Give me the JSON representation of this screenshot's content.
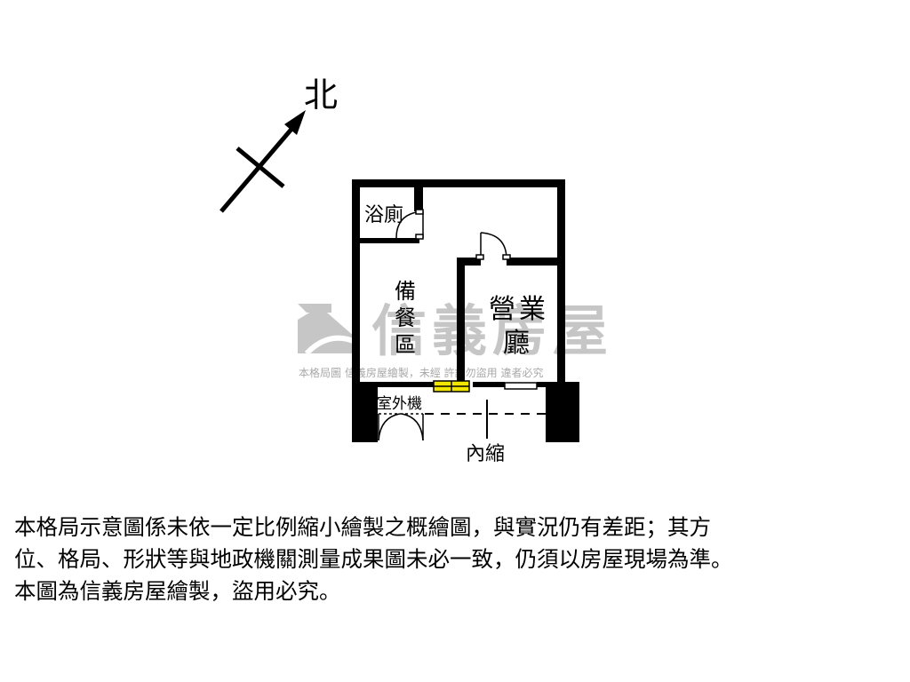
{
  "compass": {
    "north_label": "北"
  },
  "rooms": {
    "bathroom": "浴廁",
    "dining": [
      "備",
      "餐",
      "區"
    ],
    "lobby": [
      "營",
      "業",
      "廳"
    ],
    "outdoor_unit": "室外機",
    "recess": "內縮"
  },
  "watermark": {
    "brand": "信義房屋",
    "notice": "本格局圖 信義房屋繪製，未經 許請勿盜用 違者必究"
  },
  "disclaimer": {
    "lines": [
      "本格局示意圖係未依一定比例縮小繪製之概繪圖，與實況仍有差距；其方",
      "位、格局、形狀等與地政機關測量成果圖未必一致，仍須以房屋現場為準。",
      "本圖為信義房屋繪製，盜用必究。"
    ]
  },
  "colors": {
    "wall": "#000000",
    "window_fill": "#f2e600",
    "background": "#ffffff"
  }
}
